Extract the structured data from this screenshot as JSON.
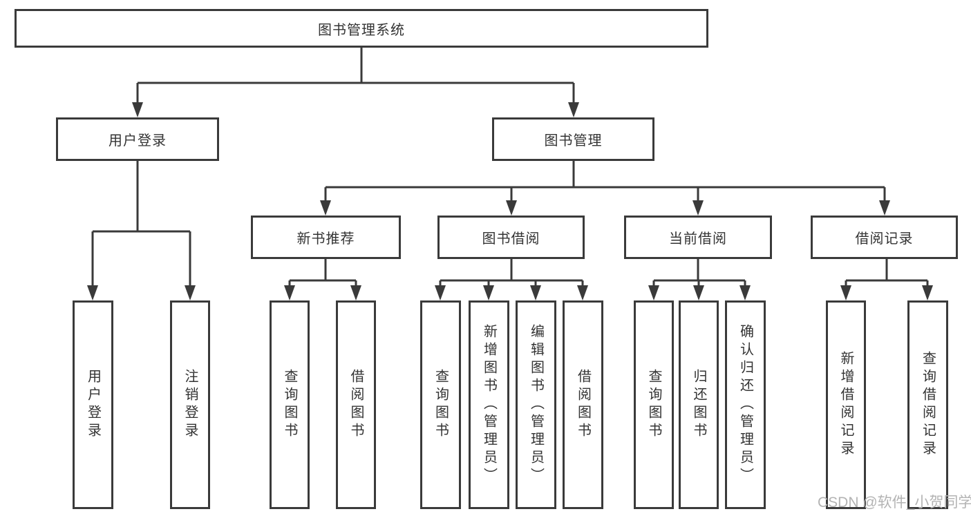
{
  "diagram": {
    "type": "hierarchy-tree",
    "colors": {
      "line": "#3a3a3a",
      "box_border": "#3a3a3a",
      "box_fill": "#ffffff",
      "text": "#333333",
      "watermark": "#b3b3b3",
      "background": "#ffffff"
    },
    "root": {
      "label": "图书管理系统"
    },
    "level2": [
      {
        "label": "用户登录"
      },
      {
        "label": "图书管理"
      }
    ],
    "level3": [
      {
        "label": "新书推荐",
        "parent": "图书管理"
      },
      {
        "label": "图书借阅",
        "parent": "图书管理"
      },
      {
        "label": "当前借阅",
        "parent": "图书管理"
      },
      {
        "label": "借阅记录",
        "parent": "图书管理"
      }
    ],
    "leaves": [
      {
        "label": "用户登录",
        "parent": "用户登录"
      },
      {
        "label": "注销登录",
        "parent": "用户登录"
      },
      {
        "label": "查询图书",
        "parent": "新书推荐"
      },
      {
        "label": "借阅图书",
        "parent": "新书推荐"
      },
      {
        "label": "查询图书",
        "parent": "图书借阅"
      },
      {
        "label": "新增图书（管理员）",
        "parent": "图书借阅"
      },
      {
        "label": "编辑图书（管理员）",
        "parent": "图书借阅"
      },
      {
        "label": "借阅图书",
        "parent": "图书借阅"
      },
      {
        "label": "查询图书",
        "parent": "当前借阅"
      },
      {
        "label": "归还图书",
        "parent": "当前借阅"
      },
      {
        "label": "确认归还（管理员）",
        "parent": "当前借阅"
      },
      {
        "label": "新增借阅记录",
        "parent": "借阅记录"
      },
      {
        "label": "查询借阅记录",
        "parent": "借阅记录"
      }
    ]
  },
  "watermark": {
    "text": "CSDN @软件_小贺同学"
  }
}
